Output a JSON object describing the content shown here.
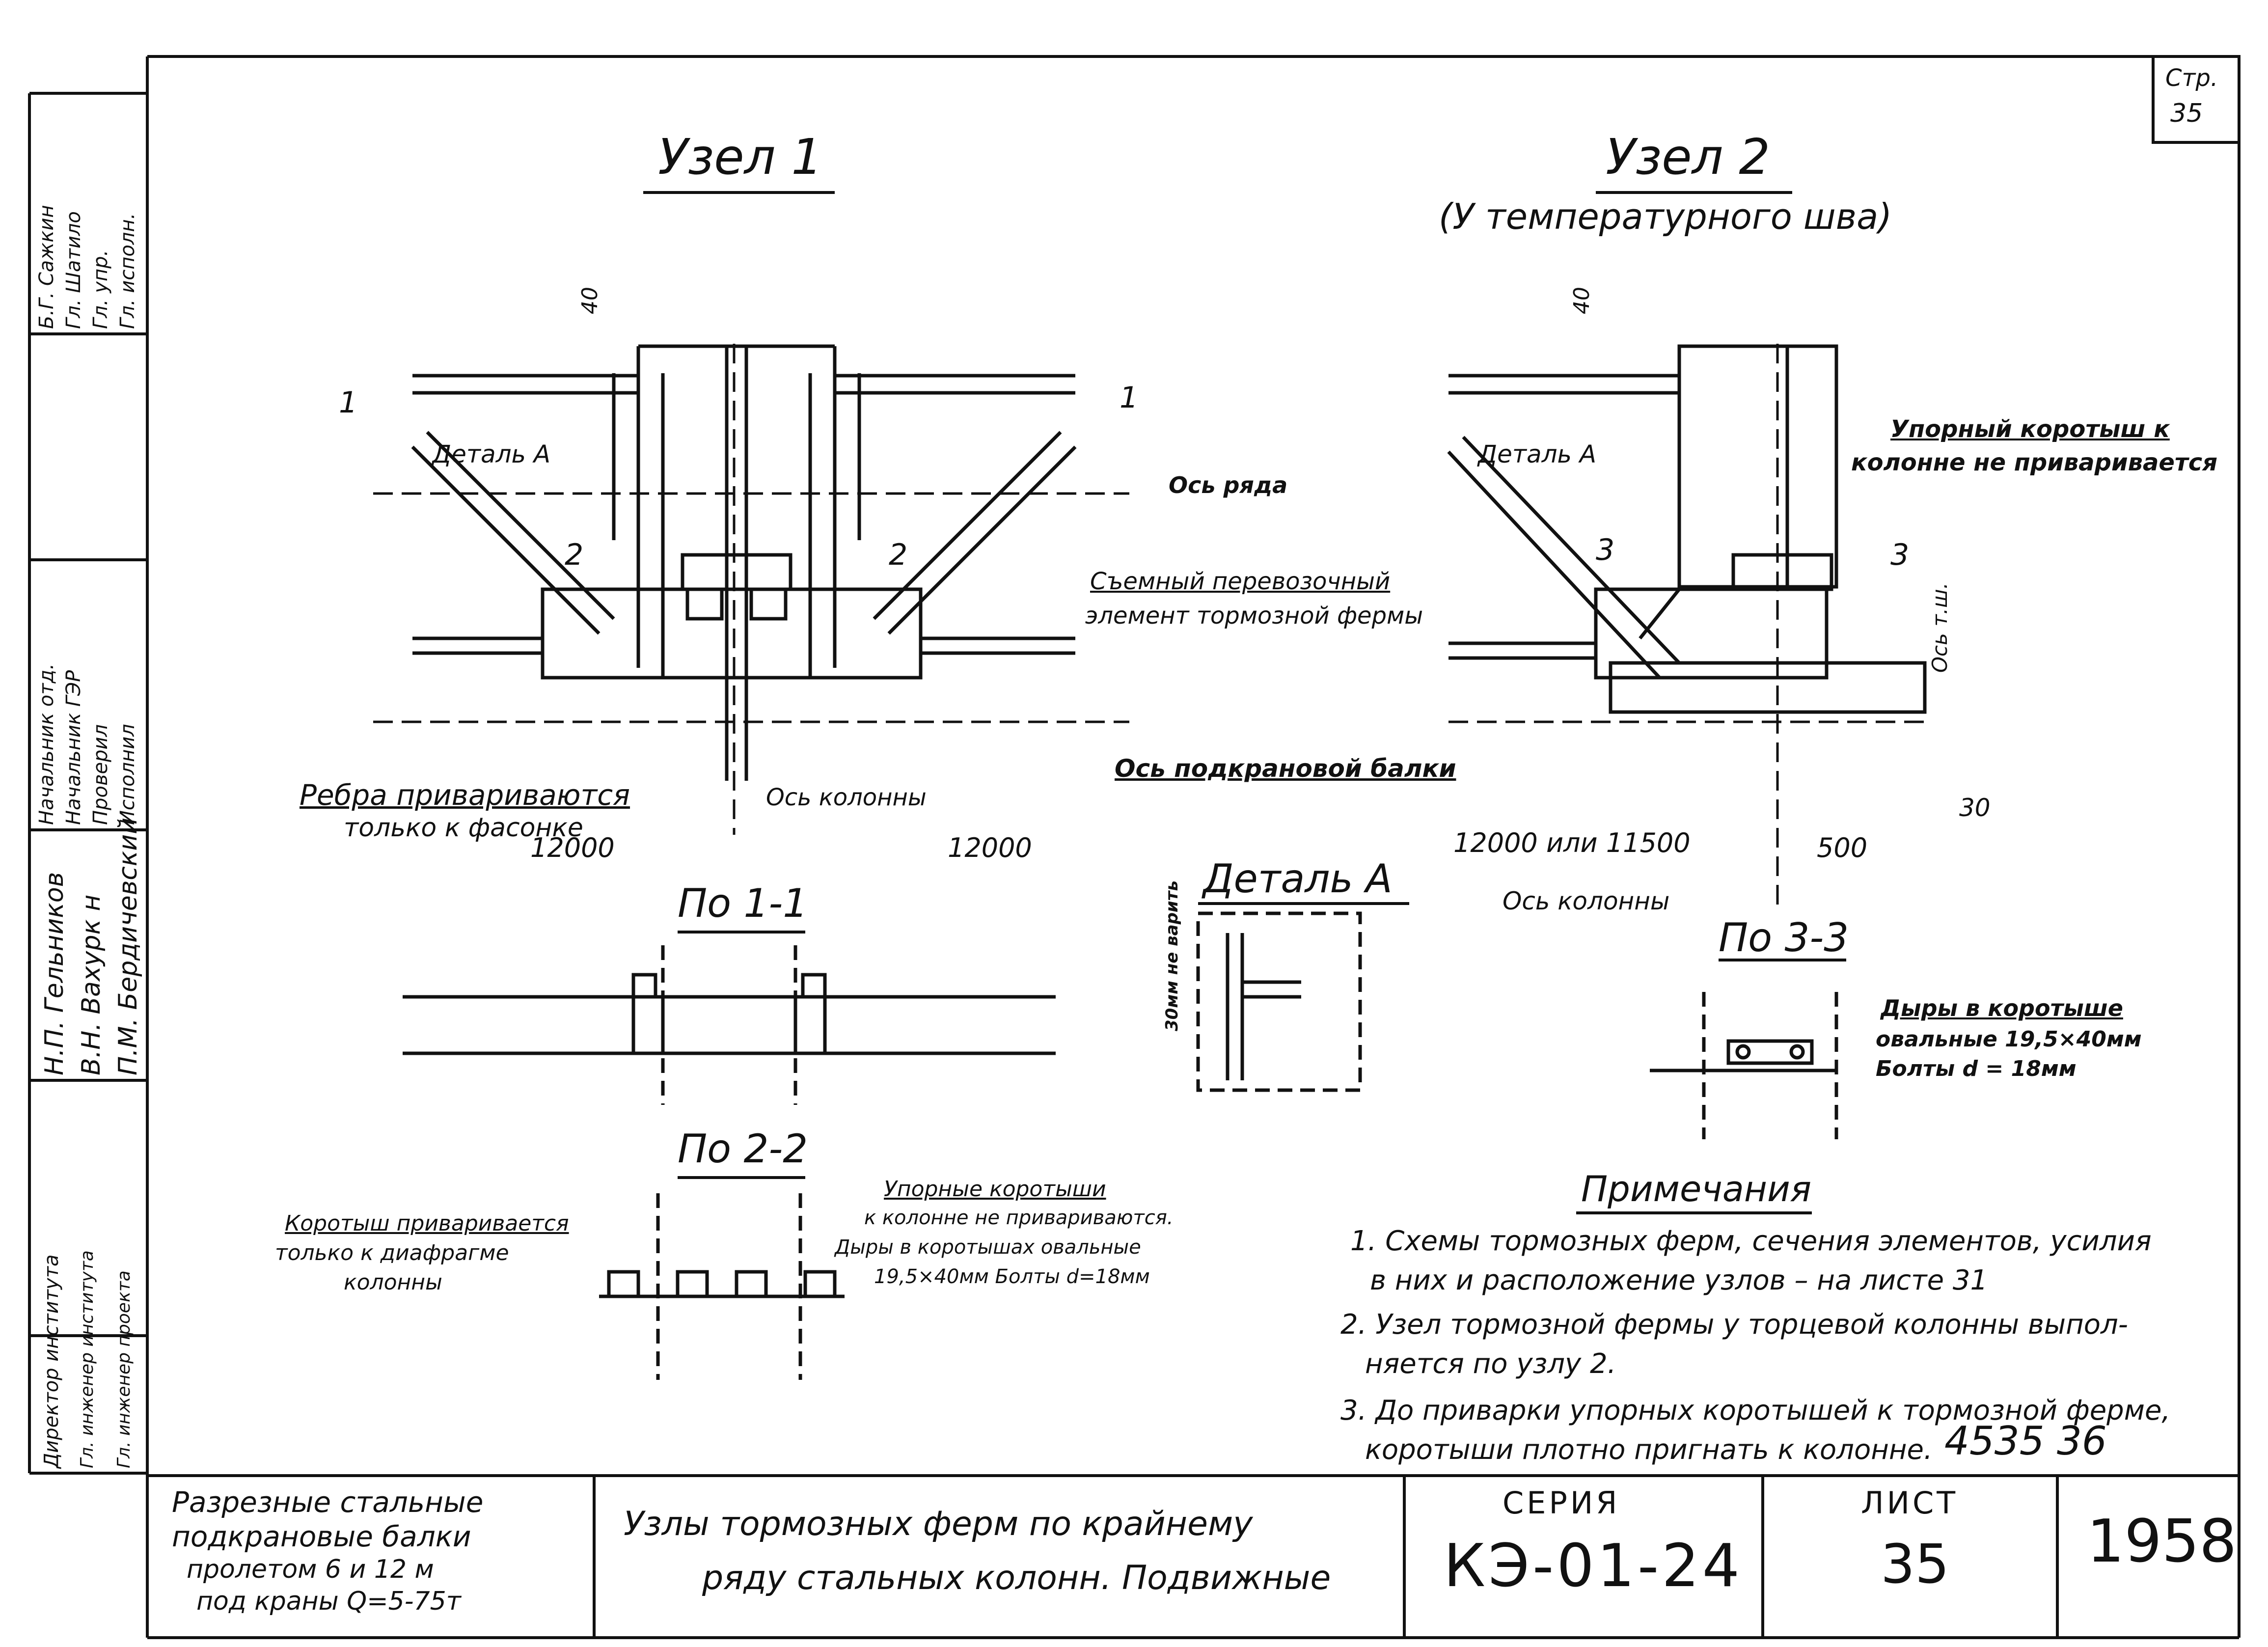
{
  "page_no": {
    "label": "Стр.",
    "value": "35"
  },
  "uzel1": {
    "title": "Узел 1"
  },
  "uzel2": {
    "title": "Узел 2",
    "subtitle": "(У температурного шва)"
  },
  "labels": {
    "detail_a": "Деталь А",
    "os_ryada": "Ось ряда",
    "os_podkranovoy": "Ось подкрановой балки",
    "os_kolonny": "Ось колонны",
    "os_tsh": "Ось т.ш.",
    "rebra_1": "Ребра привариваются",
    "rebra_2": "только к фасонке",
    "semnyi_1": "Съемный перевозочный",
    "semnyi_2": "элемент тормозной фермы",
    "upornyi_1": "Упорный коротыш к",
    "upornyi_2": "колонне не приваривается",
    "dim_40a": "40",
    "dim_40b": "40",
    "dim_12000_a": "12000",
    "dim_12000_b": "12000",
    "dim_12000_or": "12000 или 11500",
    "dim_500": "500",
    "dim_30": "30",
    "sec1_left": "1",
    "sec1_right": "1",
    "sec2_left": "2",
    "sec2_right": "2",
    "sec3_left": "3",
    "sec3_right": "3"
  },
  "sections": {
    "po11": "По 1-1",
    "po22": "По 2-2",
    "po33": "По 3-3",
    "detal_a": "Деталь А",
    "detal_a_note": "30мм не варить"
  },
  "sec22_notes": {
    "korotysh_1": "Коротыш приваривается",
    "korotysh_2": "только к диафрагме",
    "korotysh_3": "колонны",
    "upornye_1": "Упорные коротыши",
    "upornye_2": "к колонне не привариваются.",
    "upornye_3": "Дыры в коротышах овальные",
    "upornye_4": "19,5×40мм  Болты d=18мм"
  },
  "sec33_notes": {
    "line1": "Дыры в коротыше",
    "line2": "овальные 19,5×40мм",
    "line3": "Болты  d = 18мм"
  },
  "notes": {
    "title": "Примечания",
    "n1a": "1. Схемы тормозных ферм, сечения элементов, усилия",
    "n1b": "в них и расположение узлов – на листе 31",
    "n2a": "2. Узел тормозной фермы у торцевой колонны выпол-",
    "n2b": "няется по узлу 2.",
    "n3a": "3. До приварки упорных коротышей к тормозной ферме,",
    "n3b": "коротыши плотно пригнать к колонне.",
    "stamp": "4535 36"
  },
  "side_stamp": {
    "roles": [
      "Директор института",
      "Гл. инженер института",
      "Гл. инженер проекта"
    ],
    "names": [
      "Н.П. Гельников",
      "В.Н. Вахурк н",
      "П.М. Бердичевский"
    ],
    "roles2": [
      "Начальник отд.",
      "Начальник ГЭР",
      "Проверил",
      "Исполнил"
    ],
    "names2": [
      "Б.Г. Сажкин",
      "Гл. Шатило",
      "Гл. упр.",
      "Гл. исполн."
    ]
  },
  "title_block": {
    "left_1": "Разрезные стальные",
    "left_2": "подкрановые балки",
    "left_3": "пролетом 6 и 12 м",
    "left_4": "под краны Q=5-75т",
    "mid_1": "Узлы тормозных ферм по крайнему",
    "mid_2": "ряду стальных колонн. Подвижные",
    "seria_label": "СЕРИЯ",
    "seria_value": "КЭ-01-24",
    "list_label": "ЛИСТ",
    "list_value": "35",
    "year": "1958"
  }
}
